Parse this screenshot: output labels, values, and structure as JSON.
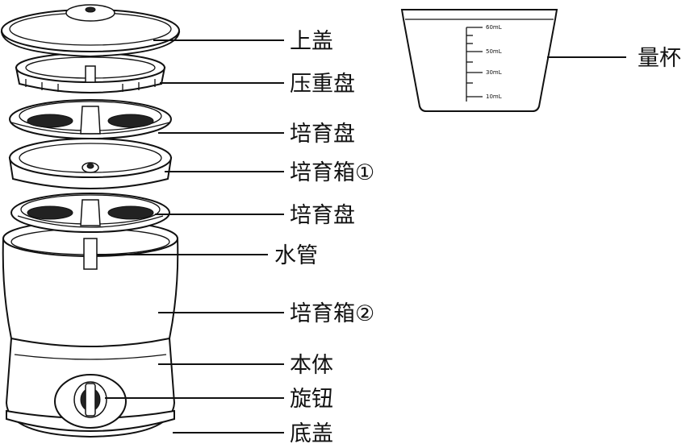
{
  "labels": {
    "lid": "上盖",
    "press_plate": "压重盘",
    "tray_top": "培育盘",
    "box1": "培育箱①",
    "tray_bottom": "培育盘",
    "water_pipe": "水管",
    "box2": "培育箱②",
    "body": "本体",
    "knob": "旋钮",
    "base_cover": "底盖",
    "measuring_cup": "量杯"
  },
  "cup_scale": [
    "60mL",
    "50mL",
    "30mL",
    "10mL"
  ],
  "colors": {
    "line": "#111111",
    "background": "#ffffff"
  }
}
